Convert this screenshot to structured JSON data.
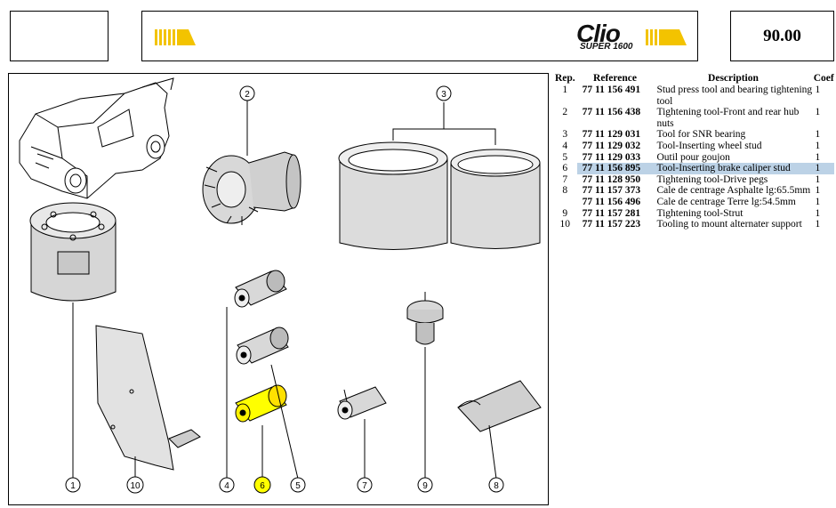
{
  "header": {
    "logo": "Clio",
    "logo_sub": "SUPER 1600",
    "page_number": "90.00"
  },
  "table": {
    "headers": {
      "rep": "Rep.",
      "reference": "Reference",
      "description": "Description",
      "coef": "Coef"
    },
    "rows": [
      {
        "rep": "1",
        "reference": "77 11 156 491",
        "description": "Stud press tool and bearing tightening tool",
        "coef": "1"
      },
      {
        "rep": "2",
        "reference": "77 11 156 438",
        "description": "Tightening tool-Front and rear hub nuts",
        "coef": "1"
      },
      {
        "rep": "3",
        "reference": "77 11 129 031",
        "description": "Tool for SNR bearing",
        "coef": "1"
      },
      {
        "rep": "4",
        "reference": "77 11 129 032",
        "description": "Tool-Inserting wheel stud",
        "coef": "1"
      },
      {
        "rep": "5",
        "reference": "77 11 129 033",
        "description": "Outil pour goujon",
        "coef": "1"
      },
      {
        "rep": "6",
        "reference": "77 11 156 895",
        "description": "Tool-Inserting brake caliper stud",
        "coef": "1",
        "highlighted": true
      },
      {
        "rep": "7",
        "reference": "77 11 128 950",
        "description": "Tightening tool-Drive pegs",
        "coef": "1"
      },
      {
        "rep": "8",
        "reference": "77 11 157 373",
        "description": "Cale de centrage Asphalte lg:65.5mm",
        "coef": "1"
      },
      {
        "rep": "",
        "reference": "77 11 156 496",
        "description": "Cale de centrage Terre lg:54.5mm",
        "coef": "1"
      },
      {
        "rep": "9",
        "reference": "77 11 157 281",
        "description": "Tightening tool-Strut",
        "coef": "1"
      },
      {
        "rep": "10",
        "reference": "77 11 157 223",
        "description": "Tooling to mount alternater support",
        "coef": "1"
      }
    ]
  },
  "callouts": [
    "1",
    "2",
    "3",
    "4",
    "5",
    "6",
    "7",
    "8",
    "9",
    "10"
  ],
  "colors": {
    "highlight_row": "#bcd2e6",
    "highlight_part": "#ffff00",
    "logo_yellow": "#f3c300"
  }
}
